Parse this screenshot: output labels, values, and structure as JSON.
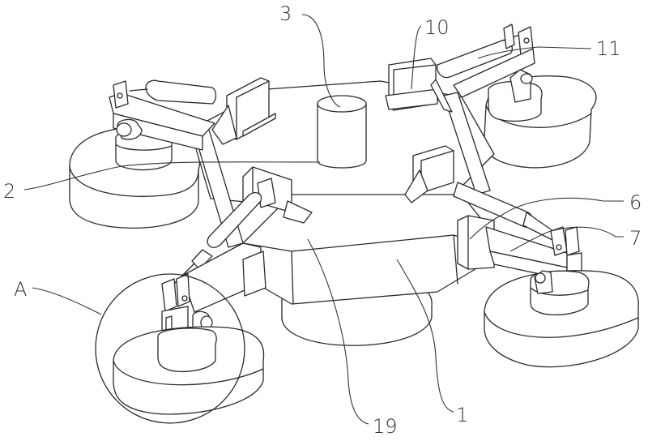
{
  "figure": {
    "type": "patent-line-drawing",
    "subject": "multi-arm mechanism with central hexagonal body and disc feet",
    "line_color": "#2a2a2a",
    "background": "#ffffff"
  },
  "labels": [
    {
      "id": "3",
      "text": "3",
      "target": "central-cylinder"
    },
    {
      "id": "10",
      "text": "10",
      "target": "mounting-block"
    },
    {
      "id": "11",
      "text": "11",
      "target": "hydraulic-cylinder"
    },
    {
      "id": "2",
      "text": "2",
      "target": "upper-plate"
    },
    {
      "id": "6",
      "text": "6",
      "target": "piston-rod"
    },
    {
      "id": "7",
      "text": "7",
      "target": "support-arm"
    },
    {
      "id": "A",
      "text": "A",
      "target": "detail-circle"
    },
    {
      "id": "19",
      "text": "19",
      "target": "diagonal-strut"
    },
    {
      "id": "1",
      "text": "1",
      "target": "hexagonal-body"
    }
  ]
}
